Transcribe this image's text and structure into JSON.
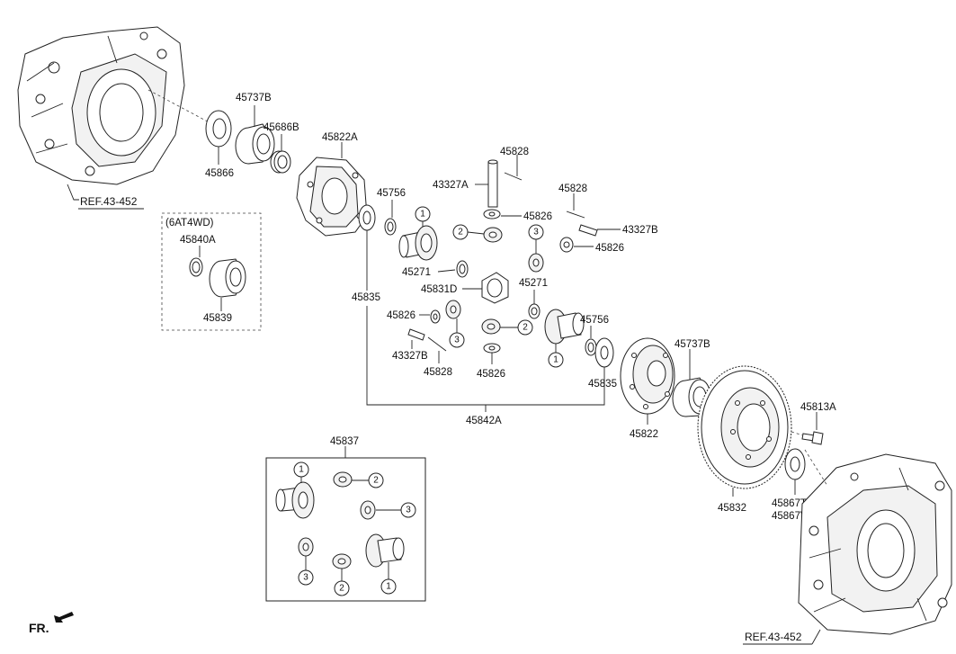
{
  "labels": {
    "p45737B_top": "45737B",
    "p45686B": "45686B",
    "p45866": "45866",
    "p45822A": "45822A",
    "ref_top": "REF.43-452",
    "p6AT4WD": "(6AT4WD)",
    "p45840A": "45840A",
    "p45839": "45839",
    "p45756_top": "45756",
    "p45835_left": "45835",
    "p45828_top": "45828",
    "p43327A": "43327A",
    "p45826_a": "45826",
    "p45828_right": "45828",
    "p43327B_right": "43327B",
    "p45826_right": "45826",
    "p45271_left": "45271",
    "p45831D": "45831D",
    "p45271_right": "45271",
    "p45826_mid": "45826",
    "p43327B_left": "43327B",
    "p45828_bottom": "45828",
    "p45826_bottom": "45826",
    "p45756_right": "45756",
    "p45835_right": "45835",
    "p45842A": "45842A",
    "p45737B_right": "45737B",
    "p45822": "45822",
    "p45813A": "45813A",
    "p45832": "45832",
    "p45867T": "45867T",
    "p45867V": "45867V",
    "p45837": "45837",
    "ref_bottom": "REF.43-452",
    "fr": "FR."
  },
  "markers": {
    "one": "1",
    "two": "2",
    "three": "3"
  }
}
